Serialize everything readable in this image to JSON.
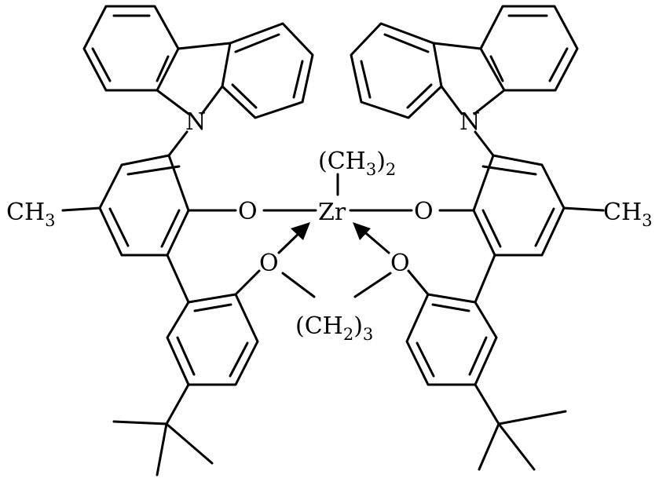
{
  "structure": {
    "labels": {
      "n_left": "N",
      "n_right": "N",
      "o_left_phenoxy": "O",
      "o_right_phenoxy": "O",
      "o_left_ether": "O",
      "o_right_ether": "O",
      "zr": "Zr",
      "zr_methyl_open": "(CH",
      "zr_methyl_sub": "3",
      "zr_methyl_close": ")",
      "zr_methyl_count": "2",
      "bridge_open": "(CH",
      "bridge_sub": "2",
      "bridge_close": ")",
      "bridge_count": "3",
      "ch3_left": "CH",
      "ch3_left_sub": "3",
      "ch3_right": "CH",
      "ch3_right_sub": "3"
    }
  }
}
